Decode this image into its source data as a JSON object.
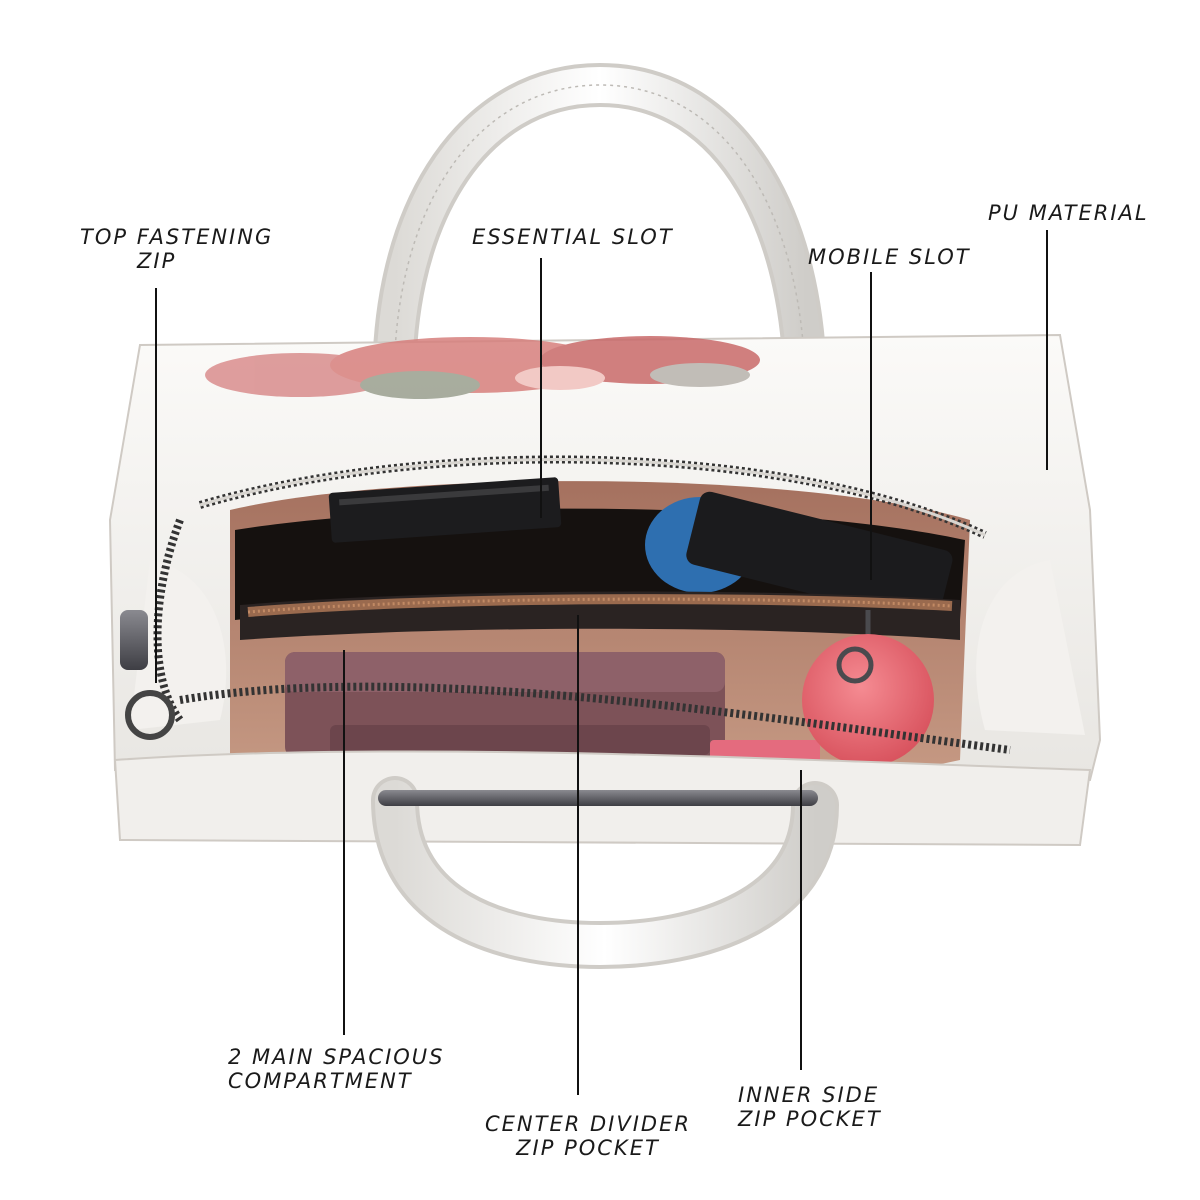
{
  "labels": {
    "top_fastening_zip": [
      "TOP FASTENING",
      "ZIP"
    ],
    "essential_slot": "ESSENTIAL SLOT",
    "mobile_slot": "MOBILE SLOT",
    "pu_material": "PU MATERIAL",
    "main_compartment": [
      "2 MAIN SPACIOUS",
      "COMPARTMENT"
    ],
    "center_divider": [
      "CENTER DIVIDER",
      "ZIP POCKET"
    ],
    "inner_side_zip": [
      "INNER SIDE",
      "ZIP POCKET"
    ]
  },
  "colors": {
    "bag_white": "#f4f3f1",
    "lining_brown": "#b9826c",
    "wallet_mauve": "#7d5258",
    "charm_pink": "#ef6f78",
    "phone_blue": "#2e6fb0",
    "hardware_gunmetal": "#5a5a5e"
  }
}
